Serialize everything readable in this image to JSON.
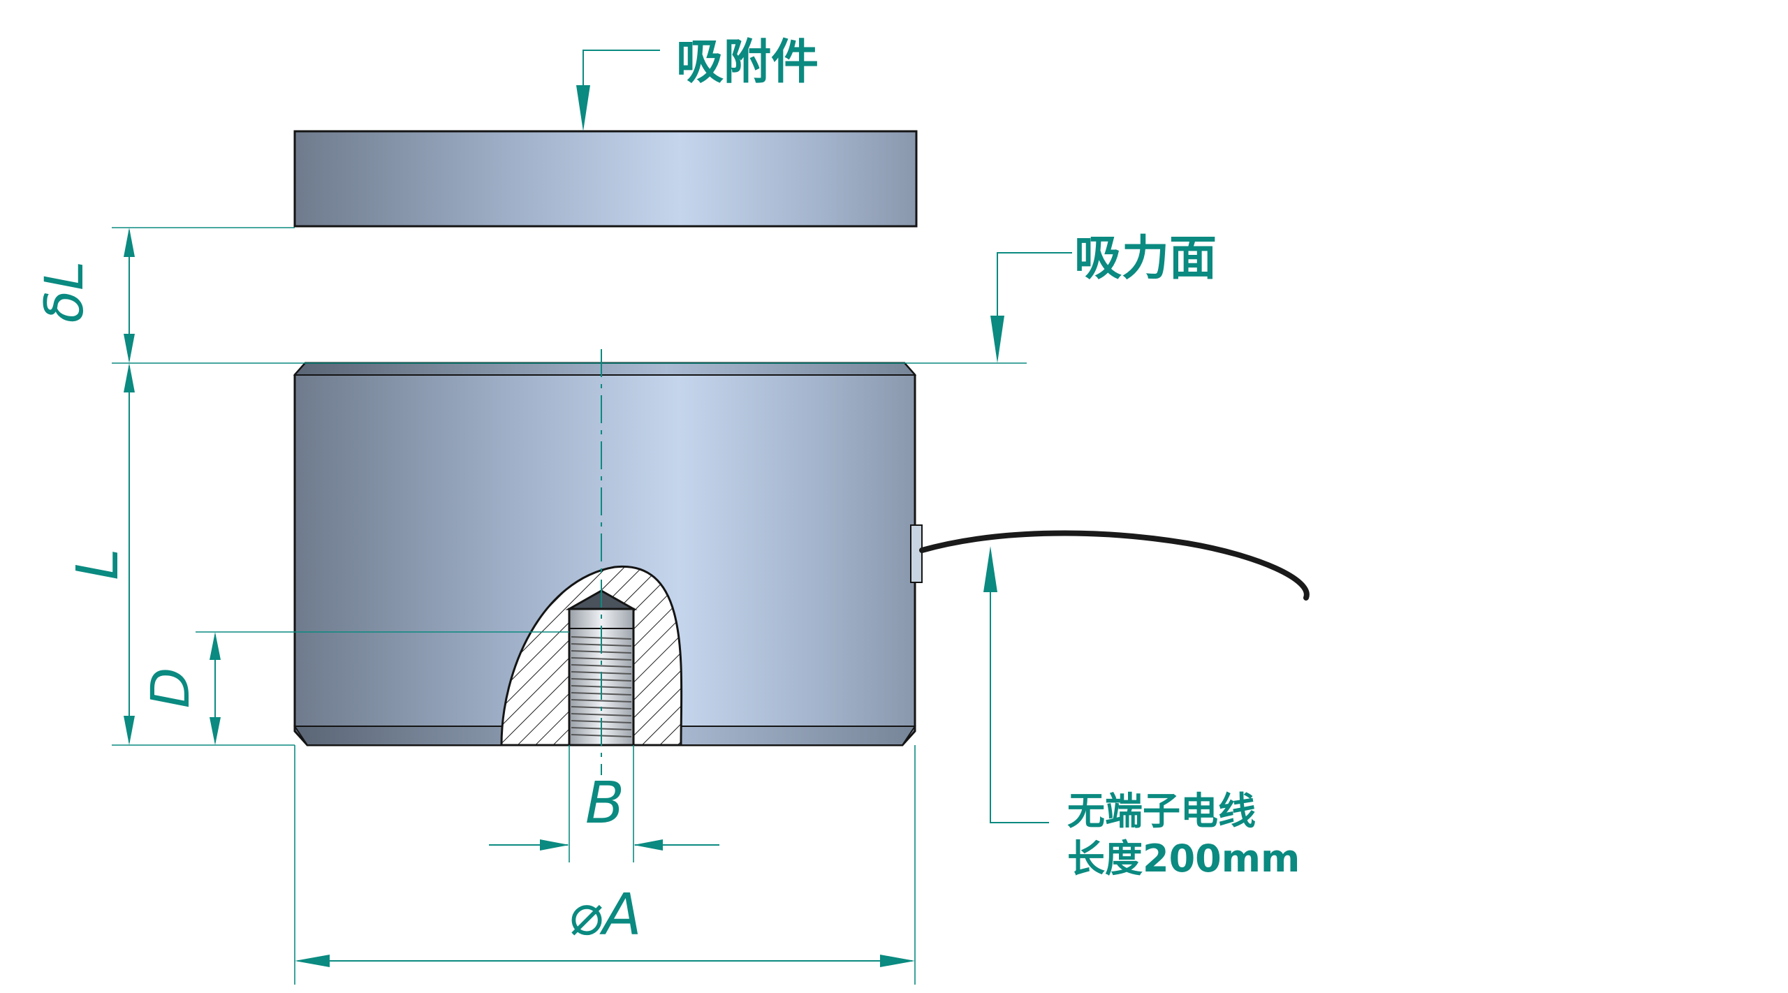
{
  "labels": {
    "attachment": "吸附件",
    "suction_face": "吸力面",
    "cable_line1": "无端子电线",
    "cable_line2": "长度200mm"
  },
  "dimensions": {
    "gap": "δL",
    "height": "L",
    "thread_depth": "D",
    "thread_dia": "B",
    "outer_dia": "⌀A"
  },
  "colors": {
    "annotation": "#0a8a80",
    "metal_dark": "#6e7a8c",
    "metal_light": "#c3d4ea",
    "outline": "#141414"
  }
}
